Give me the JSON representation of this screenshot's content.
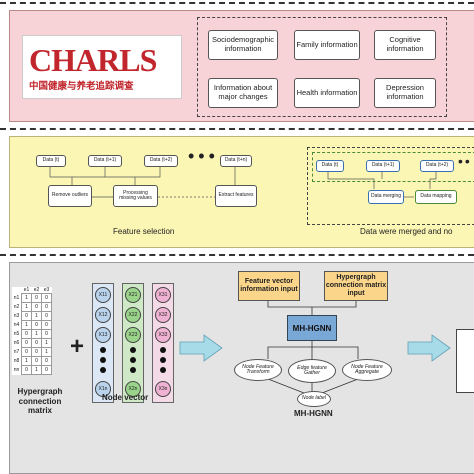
{
  "section1": {
    "logo_text": "CHARLS",
    "logo_subtitle": "中国健康与养老追踪调查",
    "info_boxes": [
      "Sociodemographic information",
      "Family information",
      "Cognitive information",
      "Information about major changes",
      "Health information",
      "Depression information"
    ]
  },
  "section2": {
    "data_boxes_left": [
      "Data (t)",
      "Data (t+1)",
      "Data (t+2)",
      "Data (t+n)"
    ],
    "process_boxes": [
      "Remove outliers",
      "Processing missing values",
      "Extract features"
    ],
    "left_caption": "Feature selection",
    "data_boxes_right": [
      "Data (t)",
      "Data (t+1)",
      "Data (t+2)"
    ],
    "right_process_boxes": [
      "Data merging",
      "Data mapping"
    ],
    "right_caption": "Data were merged and no"
  },
  "section3": {
    "matrix_header": [
      "e1",
      "e2",
      "e3"
    ],
    "matrix_rows": [
      {
        "label": "n1",
        "cells": [
          "1",
          "0",
          "0"
        ]
      },
      {
        "label": "n2",
        "cells": [
          "1",
          "0",
          "0"
        ]
      },
      {
        "label": "n3",
        "cells": [
          "0",
          "1",
          "0"
        ]
      },
      {
        "label": "n4",
        "cells": [
          "1",
          "0",
          "0"
        ]
      },
      {
        "label": "n5",
        "cells": [
          "0",
          "1",
          "0"
        ]
      },
      {
        "label": "n6",
        "cells": [
          "0",
          "0",
          "1"
        ]
      },
      {
        "label": "n7",
        "cells": [
          "0",
          "0",
          "1"
        ]
      },
      {
        "label": "n8",
        "cells": [
          "1",
          "0",
          "0"
        ]
      },
      {
        "label": "nn",
        "cells": [
          "0",
          "1",
          "0"
        ]
      }
    ],
    "matrix_caption": "Hypergraph connection matrix",
    "plus_sign": "+",
    "node_vector_caption": "Node vector",
    "node_col1_labels": [
      "X11",
      "X12",
      "X13",
      "X1n"
    ],
    "node_col2_labels": [
      "X21",
      "X22",
      "X23",
      "X2n"
    ],
    "node_col3_labels": [
      "X31",
      "X32",
      "X33",
      "X3n"
    ],
    "input_boxes": [
      "Feature vector information input",
      "Hypergraph connection matrix input"
    ],
    "model_box": "MH-HGNN",
    "ops": [
      "Node Feature Transform",
      "Edge feature Gather",
      "Node Feature Aggregate"
    ],
    "node_label": "Node label",
    "model_caption": "MH-HGNN",
    "colors": {
      "panel1": "#f7d2d6",
      "panel2": "#fbf6b4",
      "panel3": "#e4e4e4",
      "orange": "#fbd58a",
      "node_blue": "#b9d3ec",
      "node_green": "#9ad38a",
      "node_pink": "#f0b2d3",
      "arrow": "#a8dbe8"
    }
  }
}
